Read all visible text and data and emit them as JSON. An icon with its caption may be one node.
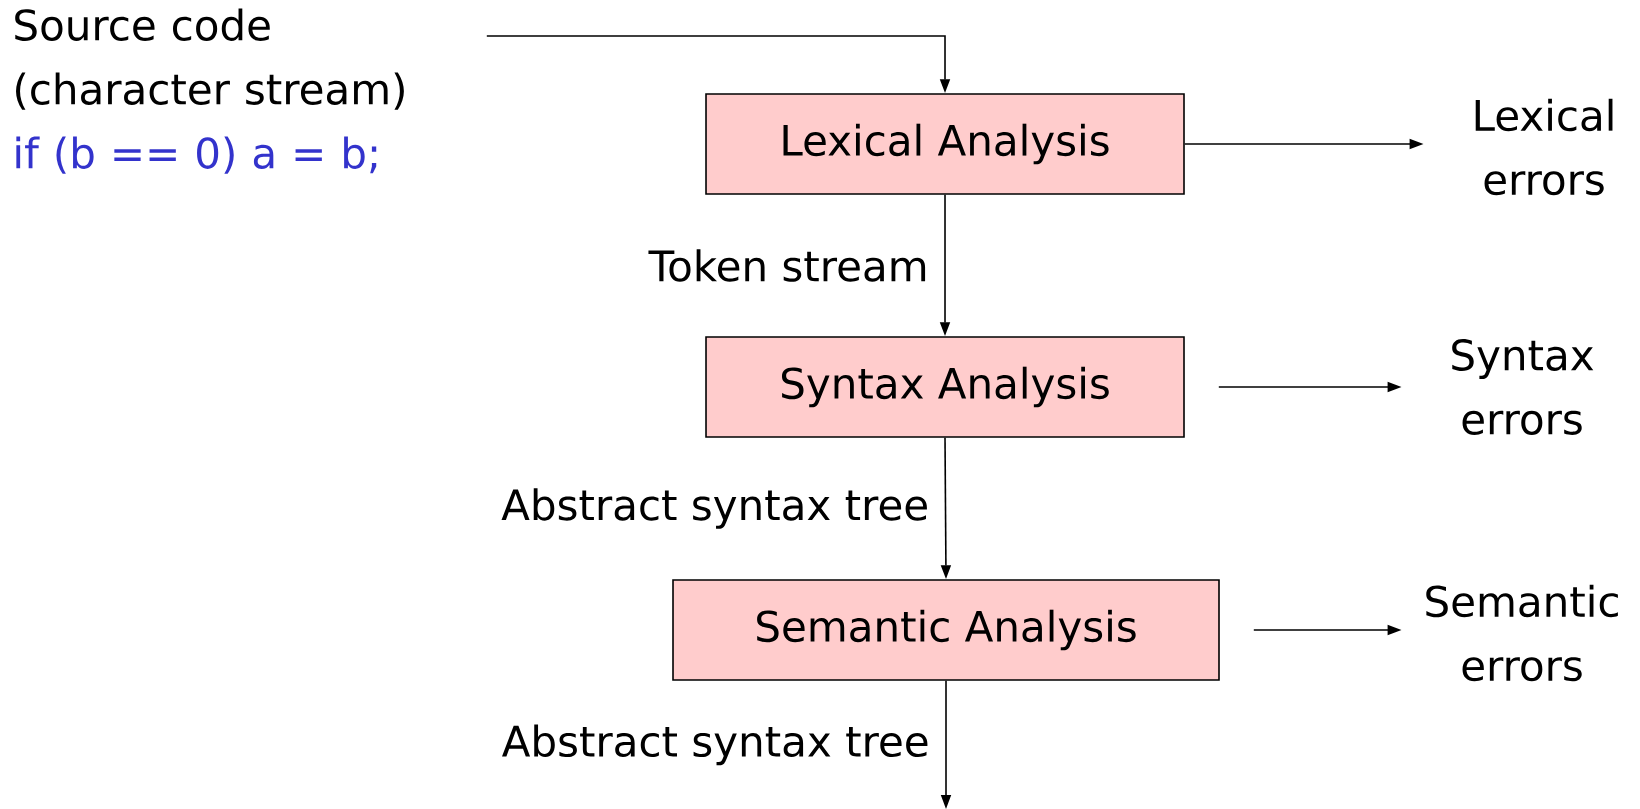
{
  "diagram": {
    "nodes": [
      {
        "text": [
          "Source code (character stream)",
          "if (b == 0) a = b;"
        ]
      },
      {
        "text": [
          "Lexical Analysis"
        ]
      },
      {
        "text": [
          "Lexical errors"
        ]
      },
      {
        "text": [
          "Syntax Analysis"
        ]
      },
      {
        "text": [
          "Syntax errors"
        ]
      },
      {
        "text": [
          "Semantic Analysis"
        ]
      },
      {
        "text": [
          "Semantic errors"
        ]
      }
    ],
    "edges": [
      {
        "from": 0,
        "to": 1,
        "arrow": "to"
      },
      {
        "from": 1,
        "to": 2,
        "arrow": "to"
      },
      {
        "from": 1,
        "to": 3,
        "arrow": "to",
        "label": "Token stream"
      },
      {
        "from": 3,
        "to": 4,
        "arrow": "to"
      },
      {
        "from": 3,
        "to": 5,
        "arrow": "to",
        "label": "Abstract syntax tree"
      },
      {
        "from": 5,
        "to": 6,
        "arrow": "to"
      },
      {
        "from": 5,
        "to": null,
        "arrow": "to",
        "label": "Abstract syntax tree"
      }
    ]
  }
}
